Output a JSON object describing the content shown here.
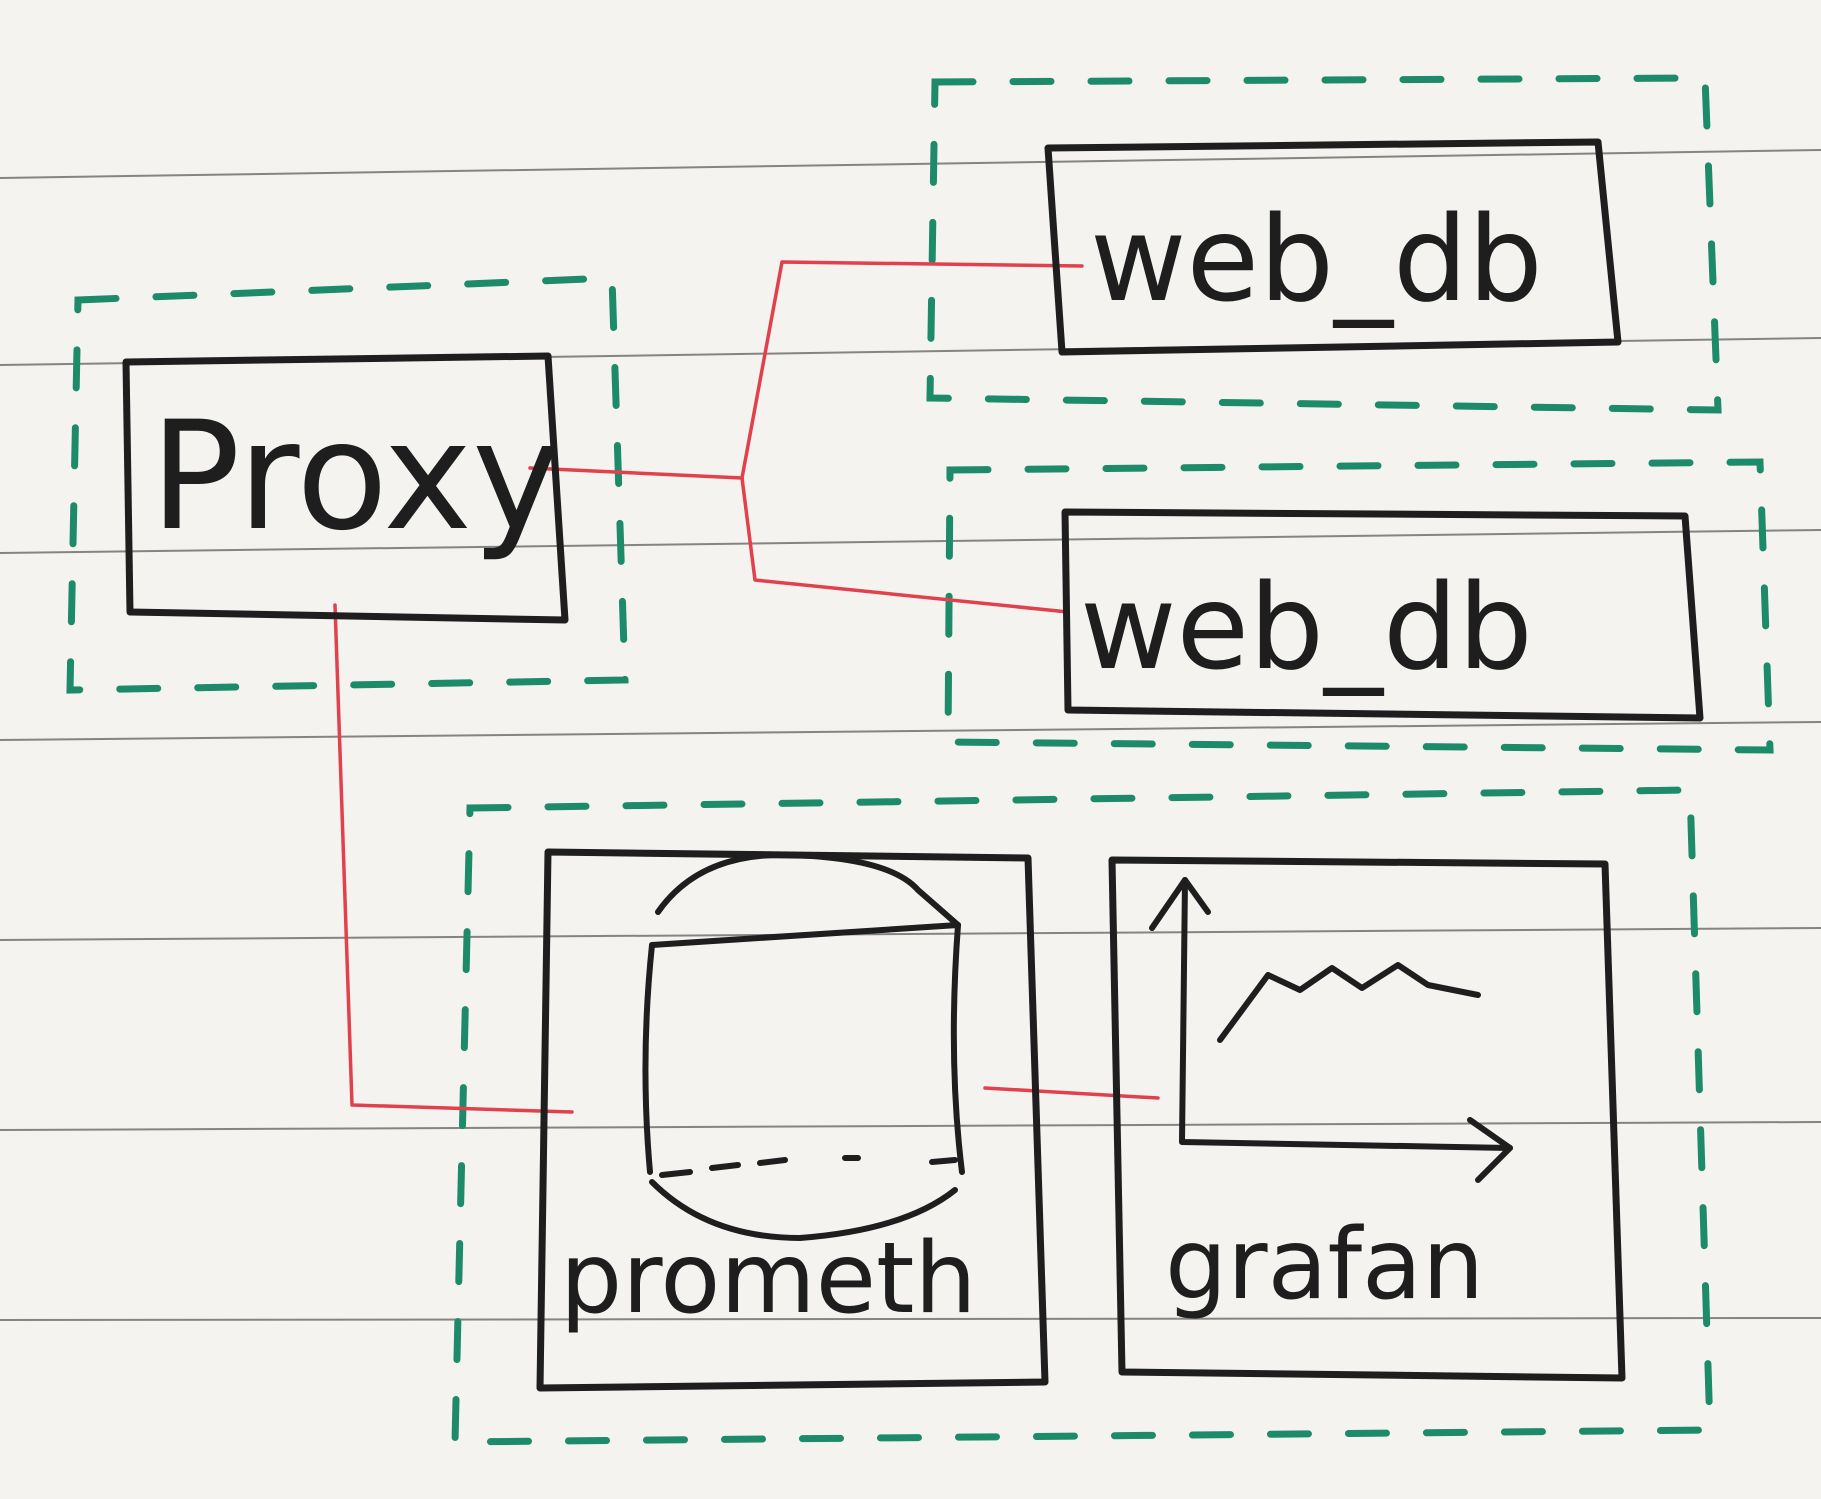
{
  "diagram": {
    "nodes": {
      "proxy": {
        "label": "Proxy"
      },
      "web_db_1": {
        "label": "web_db"
      },
      "web_db_2": {
        "label": "web_db"
      },
      "prometheus": {
        "label": "prometh",
        "icon": "database-cylinder-icon"
      },
      "grafana": {
        "label": "grafan",
        "icon": "line-chart-icon"
      }
    },
    "colors": {
      "paper": "#f4f3f0",
      "ruling": "#2a2a2a",
      "box": "#1e1e1e",
      "link": "#e0414c",
      "group": "#1d8a6a"
    }
  }
}
